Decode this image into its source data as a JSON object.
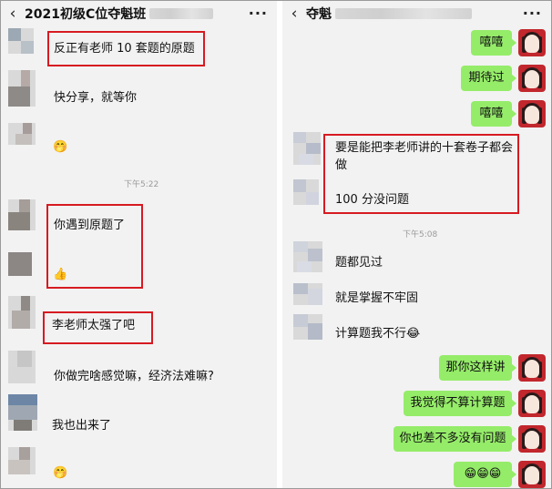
{
  "left": {
    "title": "2021初级C位夺魁班",
    "more_icon": "ellipsis-icon",
    "messages": {
      "m1": "反正有老师 10 套题的原题",
      "m2": "快分享，就等你",
      "m3_emoji": "🤭",
      "time1": "下午5:22",
      "m4": "你遇到原题了",
      "m4_emoji": "👍",
      "m5": "李老师太强了吧",
      "m6": "你做完啥感觉嘛，经济法难嘛?",
      "m7": "我也出来了",
      "m8_emoji": "🤭"
    }
  },
  "right": {
    "title": "夺魁",
    "more_icon": "ellipsis-icon",
    "sent_top": [
      "嘻嘻",
      "期待过",
      "嘻嘻"
    ],
    "recv_box_line1": "要是能把李老师讲的十套卷子都会",
    "recv_box_line2": "做",
    "recv_box_line3": "100 分没问题",
    "time1": "下午5:08",
    "recv": [
      "题都见过",
      "就是掌握不牢固",
      "计算题我不行😂"
    ],
    "sent_bottom": [
      "那你这样讲",
      "我觉得不算计算题",
      "你也差不多没有问题",
      "😁😁😁"
    ]
  },
  "colors": {
    "sent_bubble": "#95ec69",
    "highlight_box": "#d71a21",
    "chat_bg": "#f2f2f2"
  }
}
